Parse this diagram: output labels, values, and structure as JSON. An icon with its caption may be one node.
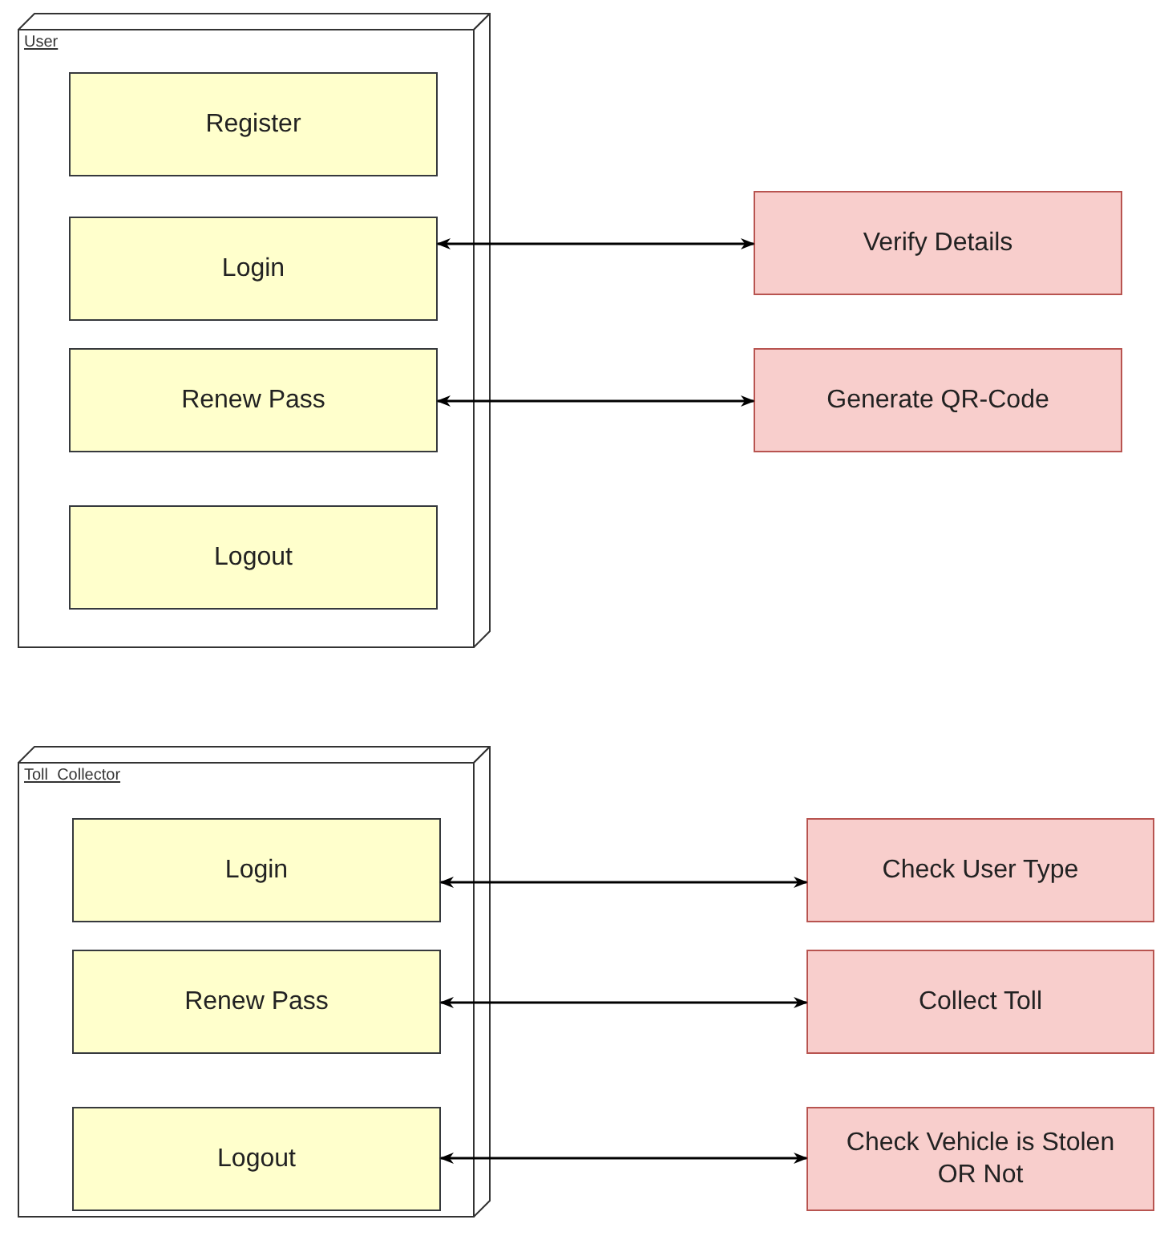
{
  "diagram": {
    "nodes": [
      {
        "text": [
          "User"
        ]
      },
      {
        "text": [
          "Register"
        ],
        "in": 0
      },
      {
        "text": [
          "Login"
        ],
        "in": 0
      },
      {
        "text": [
          "Renew Pass"
        ],
        "in": 0
      },
      {
        "text": [
          "Logout"
        ],
        "in": 0
      },
      {
        "text": [
          "Verify Details"
        ]
      },
      {
        "text": [
          "Generate QR-Code"
        ]
      },
      {
        "text": [
          "Toll_Collector"
        ]
      },
      {
        "text": [
          "Login"
        ],
        "in": 7
      },
      {
        "text": [
          "Renew Pass"
        ],
        "in": 7
      },
      {
        "text": [
          "Logout"
        ],
        "in": 7
      },
      {
        "text": [
          "Check User Type"
        ]
      },
      {
        "text": [
          "Collect Toll"
        ]
      },
      {
        "text": [
          "Check Vehicle is Stolen OR Not"
        ]
      }
    ],
    "edges": [
      {
        "from": 2,
        "to": 5,
        "arrow": "both"
      },
      {
        "from": 3,
        "to": 6,
        "arrow": "both"
      },
      {
        "from": 8,
        "to": 11,
        "arrow": "both"
      },
      {
        "from": 9,
        "to": 12,
        "arrow": "both"
      },
      {
        "from": 10,
        "to": 13,
        "arrow": "both"
      }
    ]
  }
}
